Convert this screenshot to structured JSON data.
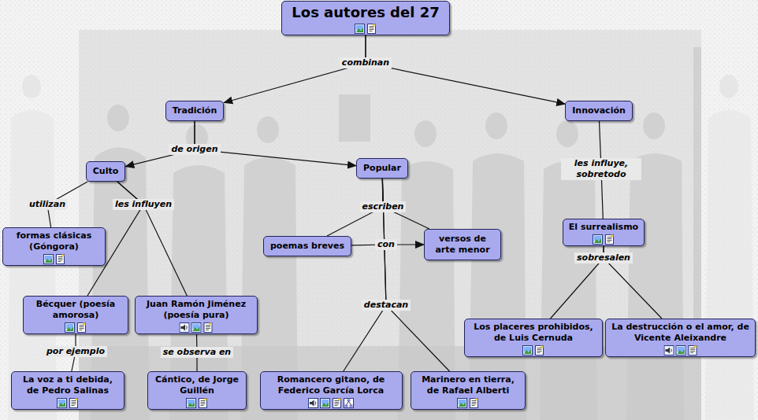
{
  "diagram": {
    "nodes": [
      {
        "text": [
          "Los autores del 27"
        ]
      },
      {
        "text": [
          "Tradición"
        ]
      },
      {
        "text": [
          "Innovación"
        ]
      },
      {
        "text": [
          "Culto"
        ]
      },
      {
        "text": [
          "Popular"
        ]
      },
      {
        "text": [
          "formas clásicas (Góngora)"
        ]
      },
      {
        "text": [
          "poemas breves"
        ]
      },
      {
        "text": [
          "versos de arte menor"
        ]
      },
      {
        "text": [
          "El surrealismo"
        ]
      },
      {
        "text": [
          "Bécquer (poesía amorosa)"
        ]
      },
      {
        "text": [
          "Juan Ramón Jiménez (poesía pura)"
        ]
      },
      {
        "text": [
          "Los placeres prohibidos, de Luis Cernuda"
        ]
      },
      {
        "text": [
          "La destrucción o el amor, de Vicente Aleixandre"
        ]
      },
      {
        "text": [
          "La voz a ti debida, de Pedro Salinas"
        ]
      },
      {
        "text": [
          "Cántico, de Jorge Guillén"
        ]
      },
      {
        "text": [
          "Romancero gitano, de Federico García Lorca"
        ]
      },
      {
        "text": [
          "Marinero en tierra, de Rafael Alberti"
        ]
      }
    ],
    "edges": [
      {
        "from": 0,
        "to": 1,
        "label": "combinan",
        "arrow": "to"
      },
      {
        "from": 0,
        "to": 2,
        "arrow": "to"
      },
      {
        "from": 1,
        "to": 3,
        "label": "de origen",
        "arrow": "to"
      },
      {
        "from": 1,
        "to": 4,
        "arrow": "to"
      },
      {
        "from": 3,
        "to": 5,
        "label": "utilizan",
        "arrow": "none"
      },
      {
        "from": 3,
        "to": 9,
        "label": "les influyen",
        "arrow": "none"
      },
      {
        "from": 3,
        "to": 10,
        "arrow": "none"
      },
      {
        "from": 4,
        "to": 6,
        "label": "escriben",
        "arrow": "none"
      },
      {
        "from": 4,
        "to": 7,
        "arrow": "none"
      },
      {
        "from": 6,
        "to": 7,
        "label": "con",
        "arrow": "to"
      },
      {
        "from": 4,
        "to": 15,
        "label": "destacan",
        "arrow": "none"
      },
      {
        "from": 4,
        "to": 16,
        "arrow": "none"
      },
      {
        "from": 9,
        "to": 13,
        "label": "por ejemplo",
        "arrow": "none"
      },
      {
        "from": 10,
        "to": 14,
        "label": "se observa en",
        "arrow": "none"
      },
      {
        "from": 2,
        "to": 8,
        "label": "les influye, sobretodo",
        "arrow": "none"
      },
      {
        "from": 8,
        "to": 11,
        "label": "sobresalen",
        "arrow": "none"
      },
      {
        "from": 8,
        "to": 12,
        "arrow": "none"
      }
    ]
  }
}
